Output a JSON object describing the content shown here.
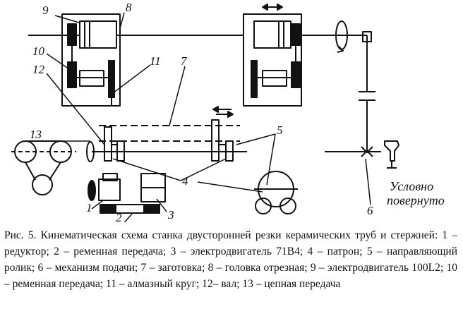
{
  "labels": {
    "n1": "1",
    "n2": "2",
    "n3": "3",
    "n4": "4",
    "n5": "5",
    "n6": "6",
    "n7": "7",
    "n8": "8",
    "n9": "9",
    "n10": "10",
    "n11": "11",
    "n12": "12",
    "n13": "13"
  },
  "note": {
    "line1": "Условно",
    "line2": "повернуто"
  },
  "caption": {
    "text": "Рис. 5.  Кинематическая схема станка двусторонней резки керамических труб и стержней: 1 – редуктор; 2 – ременная передача; 3 – электродвигатель 71В4; 4 – патрон; 5 – направляющий ролик; 6 – механизм подачи; 7 – заготовка; 8 – головка отрезная; 9 – электродвигатель 100L2; 10 – ременная передача; 11 – алмазный круг; 12– вал; 13 – цепная передача"
  }
}
